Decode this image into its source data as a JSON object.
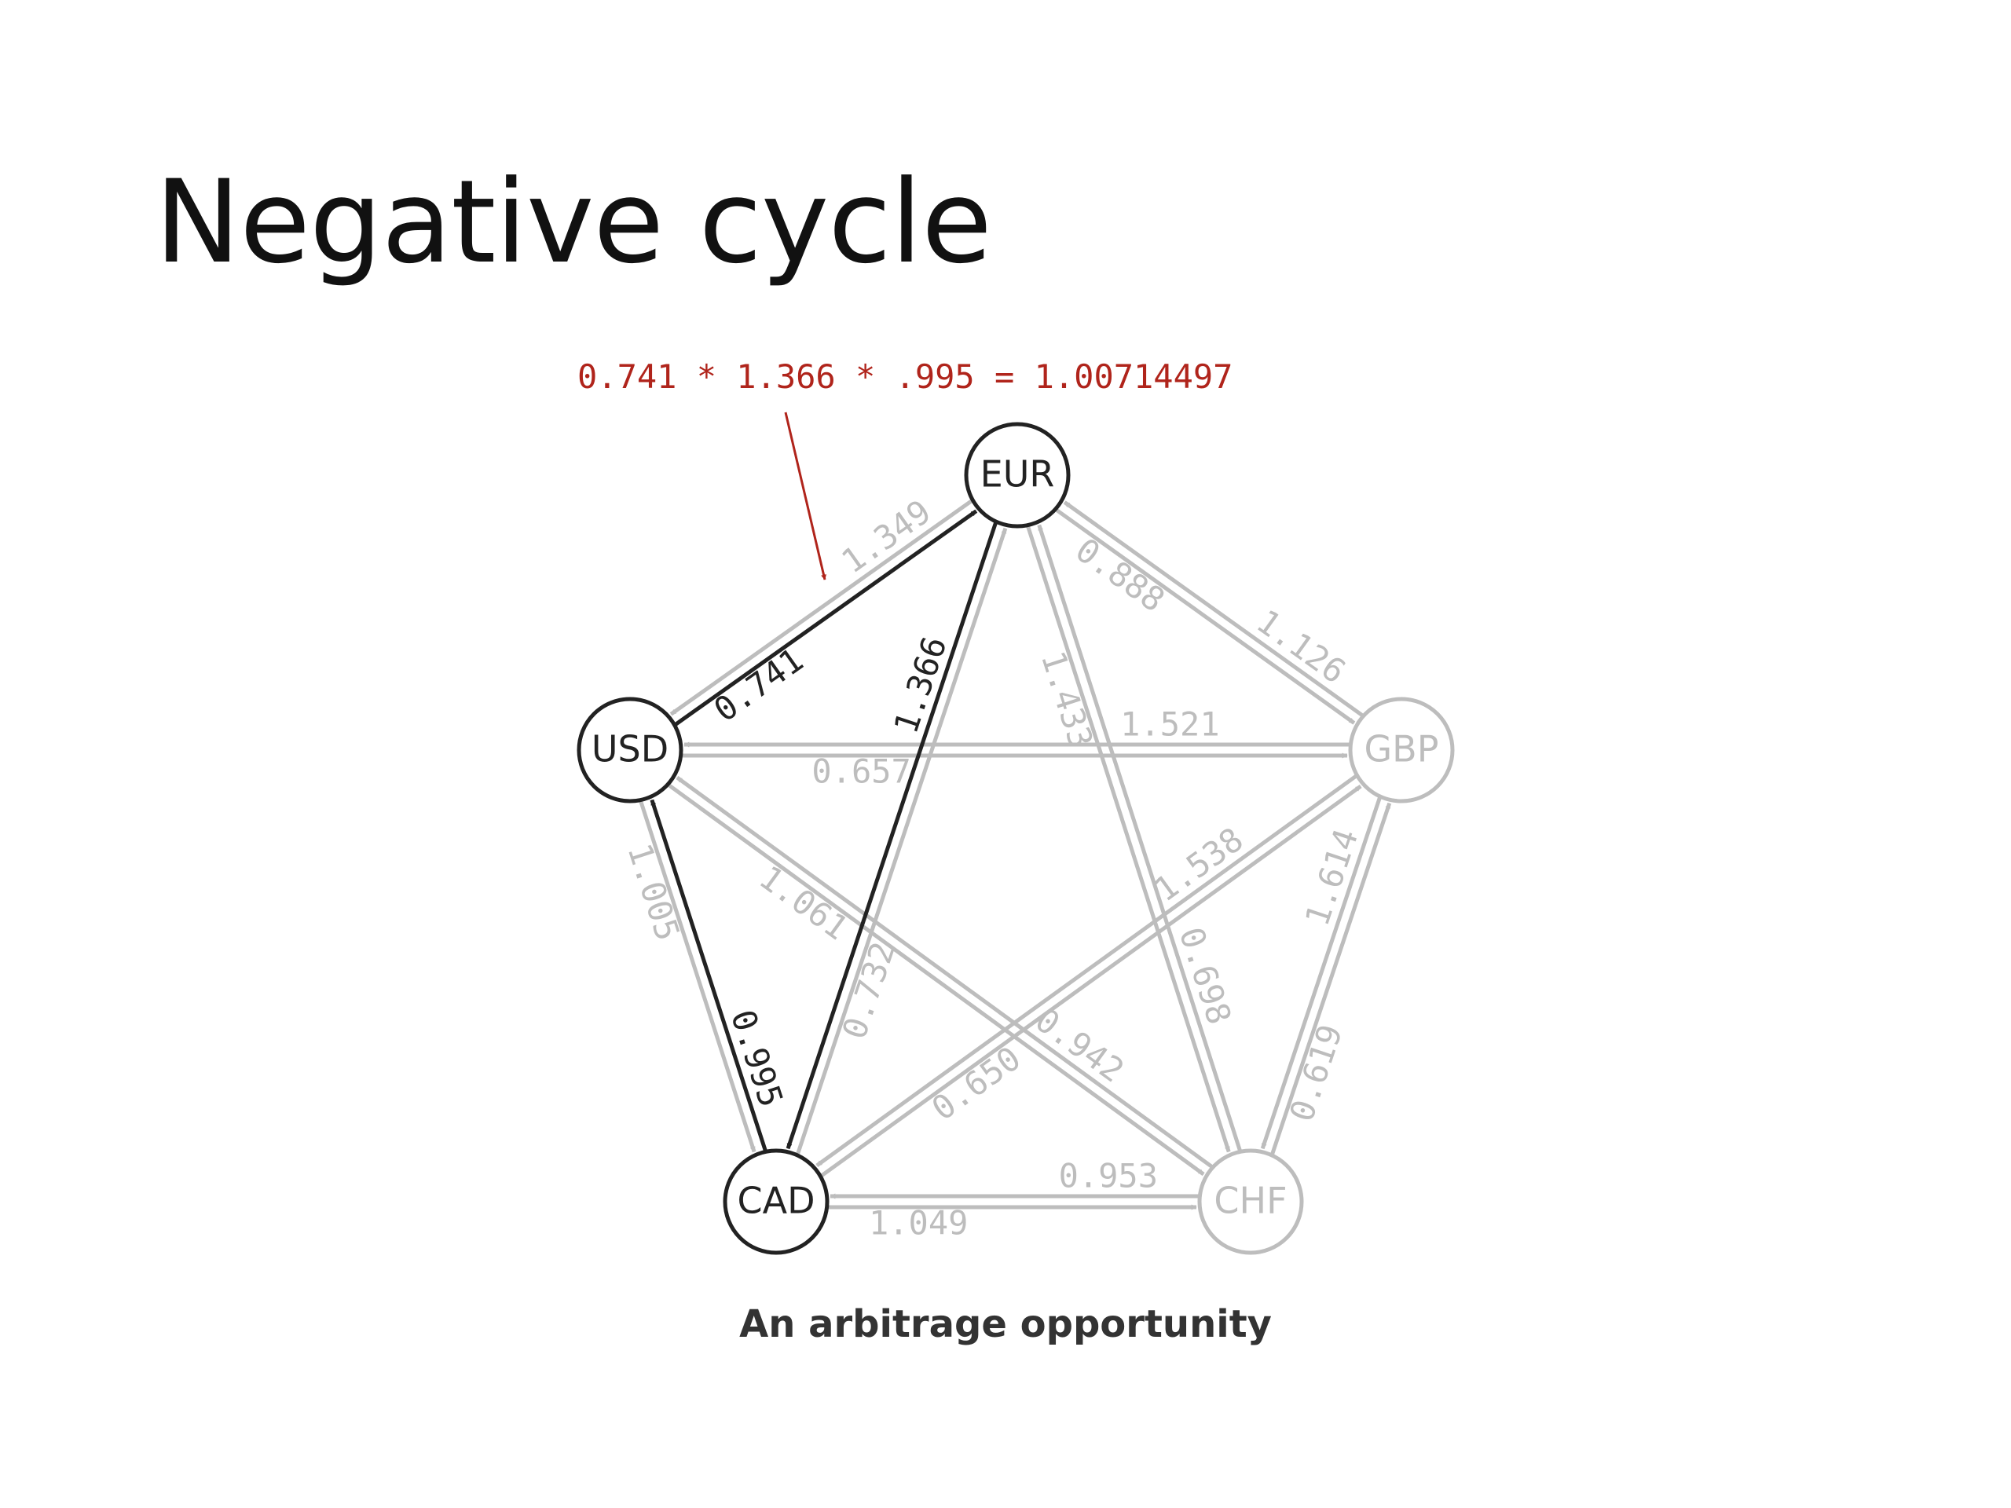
{
  "title": "Negative cycle",
  "annotation": "0.741 * 1.366 * .995 = 1.00714497",
  "caption": "An arbitrage opportunity",
  "colors": {
    "highlight": "#222222",
    "dim": "#bdbdbd",
    "annotation": "#b0241b",
    "title": "#111111"
  },
  "nodes": [
    {
      "id": "EUR",
      "label": "EUR",
      "highlighted": true
    },
    {
      "id": "USD",
      "label": "USD",
      "highlighted": true
    },
    {
      "id": "GBP",
      "label": "GBP",
      "highlighted": false
    },
    {
      "id": "CAD",
      "label": "CAD",
      "highlighted": true
    },
    {
      "id": "CHF",
      "label": "CHF",
      "highlighted": false
    }
  ],
  "edges": [
    {
      "from": "USD",
      "to": "EUR",
      "rate": "0.741",
      "highlighted": true
    },
    {
      "from": "EUR",
      "to": "USD",
      "rate": "1.349",
      "highlighted": false
    },
    {
      "from": "EUR",
      "to": "CAD",
      "rate": "1.366",
      "highlighted": true
    },
    {
      "from": "CAD",
      "to": "EUR",
      "rate": "0.732",
      "highlighted": false
    },
    {
      "from": "CAD",
      "to": "USD",
      "rate": "0.995",
      "highlighted": true
    },
    {
      "from": "USD",
      "to": "CAD",
      "rate": "1.005",
      "highlighted": false
    },
    {
      "from": "EUR",
      "to": "GBP",
      "rate": "0.888",
      "highlighted": false
    },
    {
      "from": "GBP",
      "to": "EUR",
      "rate": "1.126",
      "highlighted": false
    },
    {
      "from": "EUR",
      "to": "CHF",
      "rate": "1.433",
      "highlighted": false
    },
    {
      "from": "CHF",
      "to": "EUR",
      "rate": "0.698",
      "highlighted": false
    },
    {
      "from": "USD",
      "to": "GBP",
      "rate": "0.657",
      "highlighted": false
    },
    {
      "from": "GBP",
      "to": "USD",
      "rate": "1.521",
      "highlighted": false
    },
    {
      "from": "USD",
      "to": "CHF",
      "rate": "1.061",
      "highlighted": false
    },
    {
      "from": "CHF",
      "to": "USD",
      "rate": "0.942",
      "highlighted": false
    },
    {
      "from": "GBP",
      "to": "CAD",
      "rate": "1.538",
      "highlighted": false
    },
    {
      "from": "CAD",
      "to": "GBP",
      "rate": "0.650",
      "highlighted": false
    },
    {
      "from": "GBP",
      "to": "CHF",
      "rate": "1.614",
      "highlighted": false
    },
    {
      "from": "CHF",
      "to": "GBP",
      "rate": "0.619",
      "highlighted": false
    },
    {
      "from": "CAD",
      "to": "CHF",
      "rate": "1.049",
      "highlighted": false
    },
    {
      "from": "CHF",
      "to": "CAD",
      "rate": "0.953",
      "highlighted": false
    }
  ]
}
